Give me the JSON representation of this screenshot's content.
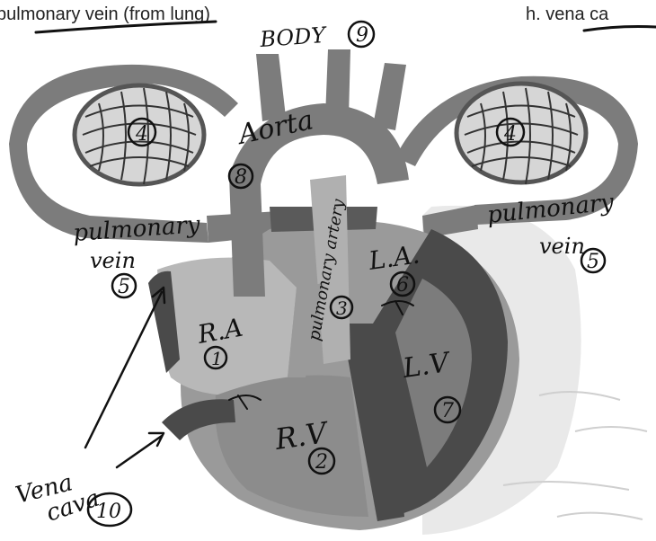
{
  "worksheet": {
    "top_left_text": "pulmonary vein (from lung)",
    "top_right_text": "h.   vena ca"
  },
  "labels": {
    "body": "BODY",
    "body_num": "9",
    "aorta": "Aorta",
    "aorta_num": "8",
    "lung_left_num": "4",
    "lung_right_num": "4",
    "pulmonary_vein_left_1": "pulmonary",
    "pulmonary_vein_left_2": "vein",
    "pulmonary_vein_left_num": "5",
    "pulmonary_vein_right_1": "pulmonary",
    "pulmonary_vein_right_2": "vein",
    "pulmonary_vein_right_num": "5",
    "pulmonary_artery": "pulmonary artery",
    "pulmonary_artery_num": "3",
    "la": "L.A.",
    "la_num": "6",
    "ra": "R.A",
    "ra_num": "1",
    "lv": "L.V",
    "lv_num": "7",
    "rv": "R.V",
    "rv_num": "2",
    "vena_cava_1": "Vena",
    "vena_cava_2": "cava",
    "vena_cava_num": "10"
  },
  "colors": {
    "vessel_gray": "#7c7c7c",
    "dark_gray": "#4a4a4a",
    "light_gray": "#b8b8b8",
    "background": "#ffffff",
    "ink": "#111111"
  }
}
